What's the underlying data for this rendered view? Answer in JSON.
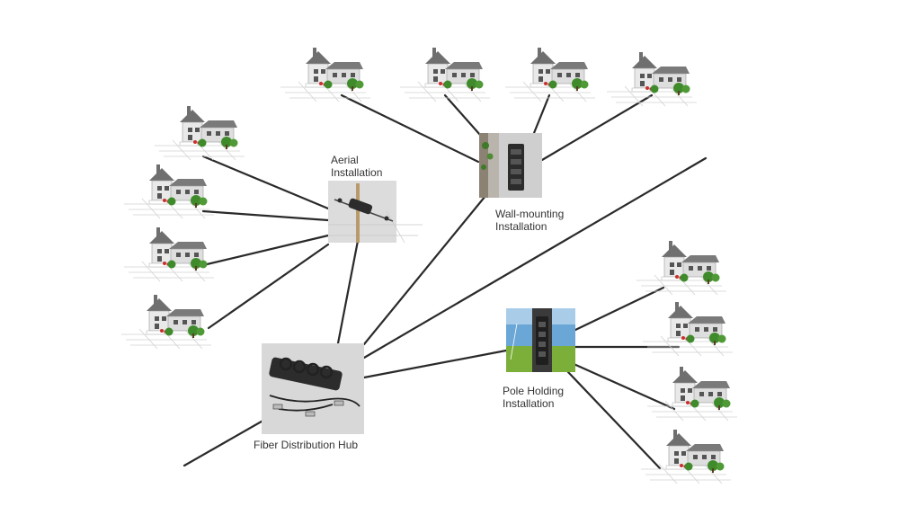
{
  "labels": {
    "aerial_line1": "Aerial",
    "aerial_line2": "Installation",
    "wall_line1": "Wall-mounting",
    "wall_line2": "Installation",
    "pole_line1": "Pole Holding",
    "pole_line2": "Installation",
    "hub": "Fiber Distribution Hub"
  },
  "colors": {
    "line": "#2a2a2a",
    "roof": "#6f6f6f",
    "wall": "#e9e9e9",
    "shrub": "#3f8a2a",
    "flower": "#c8302f",
    "fence": "#ffffff",
    "box_bg": "#d8d8d8",
    "closure": "#2c2c2c",
    "sky": "#6aa6d6",
    "field": "#7cae3a"
  },
  "icons": {
    "house": "house-icon",
    "hub": "fiber-distribution-hub-image",
    "aerial": "aerial-closure-image",
    "wall": "wall-closure-image",
    "pole": "pole-closure-image"
  }
}
